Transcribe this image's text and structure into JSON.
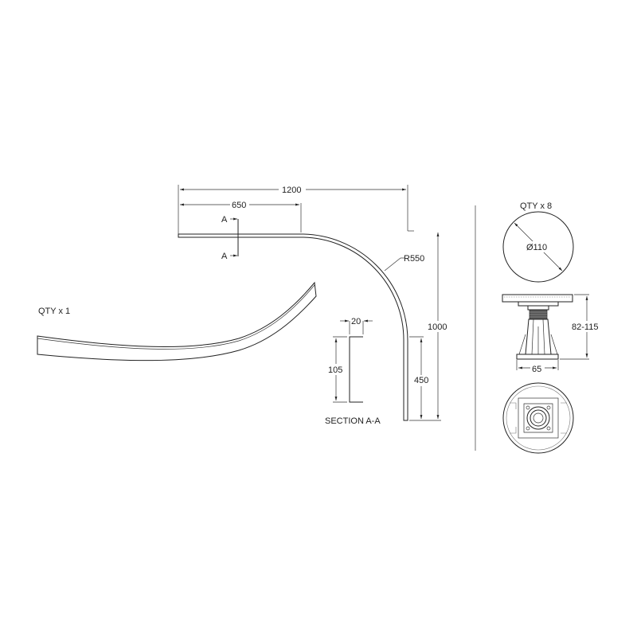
{
  "drawing": {
    "skirt_qty": "QTY x 1",
    "plan": {
      "overall_width": "1200",
      "straight_length": "650",
      "radius": "R550",
      "depth": "1000",
      "return_length": "450",
      "section_marker_top": "A",
      "section_marker_bottom": "A"
    },
    "section": {
      "title": "SECTION A-A",
      "flange_width": "20",
      "height": "105"
    },
    "leg": {
      "qty": "QTY x 8",
      "diameter": "Ø110",
      "height_range": "82-115",
      "base_width": "65"
    }
  }
}
